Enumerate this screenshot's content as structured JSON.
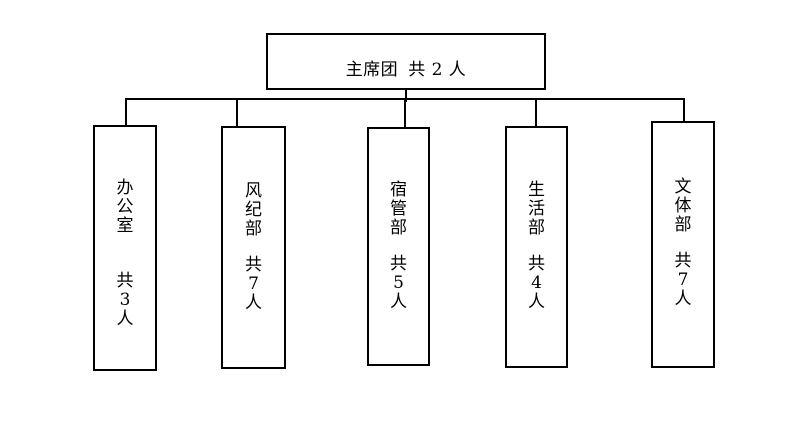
{
  "root": {
    "name": "主席团",
    "count": "共 2 人"
  },
  "departments": [
    {
      "name": "办公室",
      "count": [
        "共",
        "3",
        "人"
      ]
    },
    {
      "name": "风纪部",
      "count": [
        "共",
        "7",
        "人"
      ]
    },
    {
      "name": "宿管部",
      "count": [
        "共",
        "5",
        "人"
      ]
    },
    {
      "name": "生活部",
      "count": [
        "共",
        "4",
        "人"
      ]
    },
    {
      "name": "文体部",
      "count": [
        "共",
        "7",
        "人"
      ]
    }
  ]
}
